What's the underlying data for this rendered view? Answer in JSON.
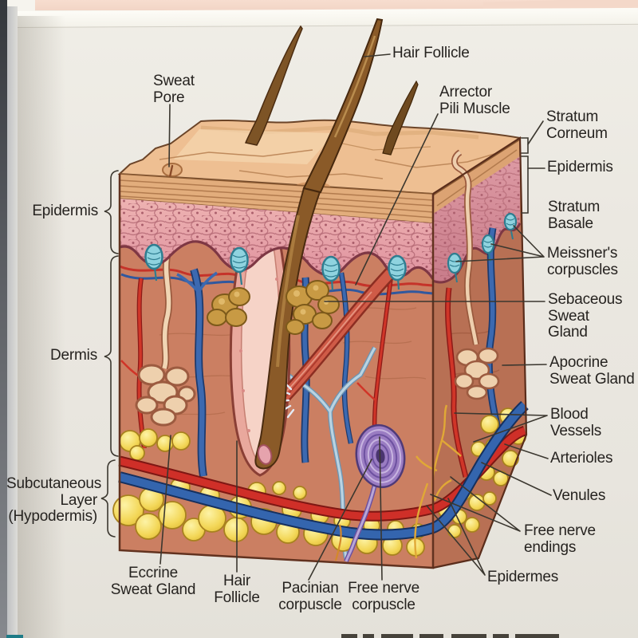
{
  "figure": {
    "kind": "anatomical diagram",
    "subject": "Cross-section of human skin (textbook illustration)",
    "labels": {
      "sweat_pore": "Sweat\nPore",
      "hair_follicle_top": "Hair Follicle",
      "arrector_pili": "Arrector\nPili Muscle",
      "stratum_corneum": "Stratum\nCorneum",
      "epidermis_right": "Epidermis",
      "stratum_basale": "Stratum\nBasale",
      "meissners": "Meissner's\ncorpuscles",
      "sebaceous": "Sebaceous\nSweat\nGland",
      "apocrine": "Apocrine\nSweat Gland",
      "blood_vessels": "Blood\nVessels",
      "arterioles": "Arterioles",
      "venules": "Venules",
      "free_nerve_endings": "Free nerve\nendings",
      "epidermes": "Epidermes",
      "epidermis_left": "Epidermis",
      "dermis_left": "Dermis",
      "subcutaneous": "Subcutaneous\nLayer\n(Hypodermis)",
      "eccrine": "Eccrine\nSweat Gland",
      "hair_follicle_bottom": "Hair\nFollicle",
      "pacinian": "Pacinian\ncorpuscle",
      "free_nerve_corpuscle": "Free nerve\ncorpuscle"
    },
    "colors": {
      "page_background": "#eae7e0",
      "photo_strip": "#f5d9ca",
      "label_text": "#262320",
      "leader_line": "#3b372f",
      "skin_surface": "#eebf92",
      "stratum_corneum": "#e2ad7c",
      "epidermis_pink": "#e39aa5",
      "dermis_front": "#cb7f62",
      "dermis_side": "#b87054",
      "fat_yellow": "#f2d65c",
      "artery_red": "#cf2f28",
      "vein_blue": "#3465ae",
      "meissner_teal": "#8fd3df",
      "hair_brown": "#8a5a28",
      "gland_cream": "#eed0ad",
      "sebaceous_ochre": "#c89a44",
      "arrector_muscle": "#cf5b47",
      "pacinian_purple": "#9a7cc2",
      "nerve_yellow": "#e0a836",
      "figure_marker_teal": "#1e7b87"
    }
  }
}
